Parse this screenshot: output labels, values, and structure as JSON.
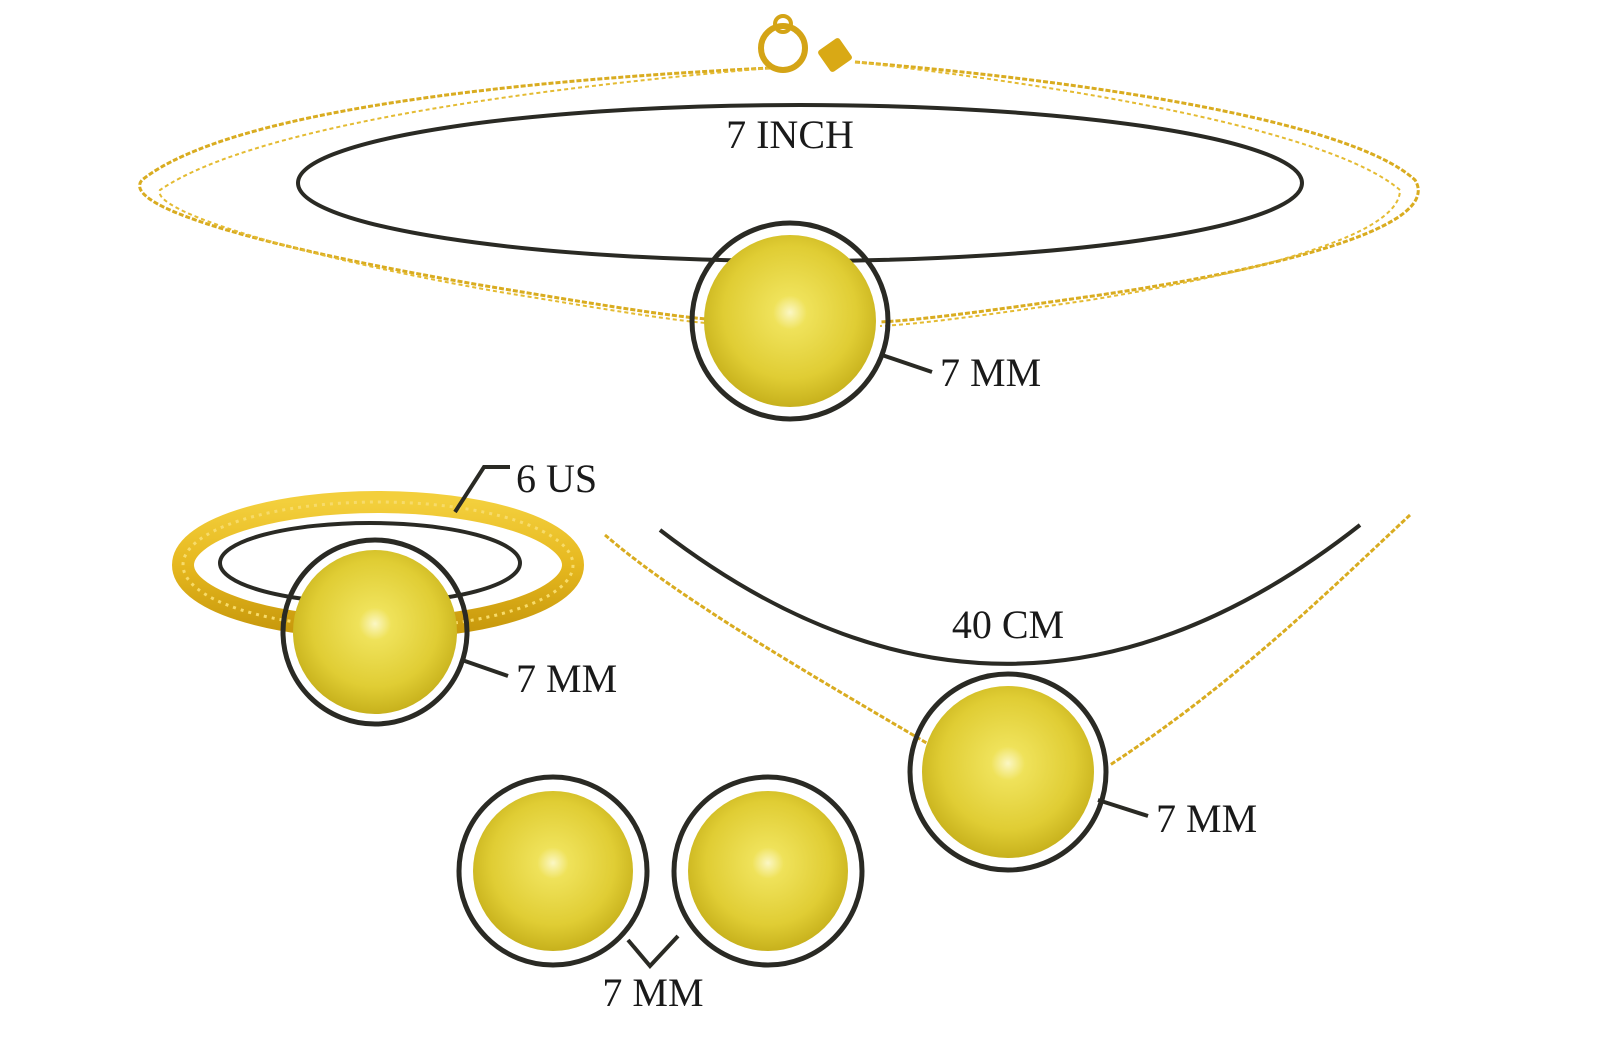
{
  "labels": {
    "bracelet_length": "7 INCH",
    "bracelet_pearl": "7 MM",
    "ring_size": "6 US",
    "ring_pearl": "7 MM",
    "necklace_length": "40 CM",
    "necklace_pearl": "7 MM",
    "earring_pearl": "7 MM"
  },
  "colors": {
    "background": "#ffffff",
    "gold": "#e0b522",
    "gold_dark": "#b88a0e",
    "pearl": "#e3d23c",
    "pearl_shadow": "#c9b41c",
    "outline": "#2a2a24"
  }
}
